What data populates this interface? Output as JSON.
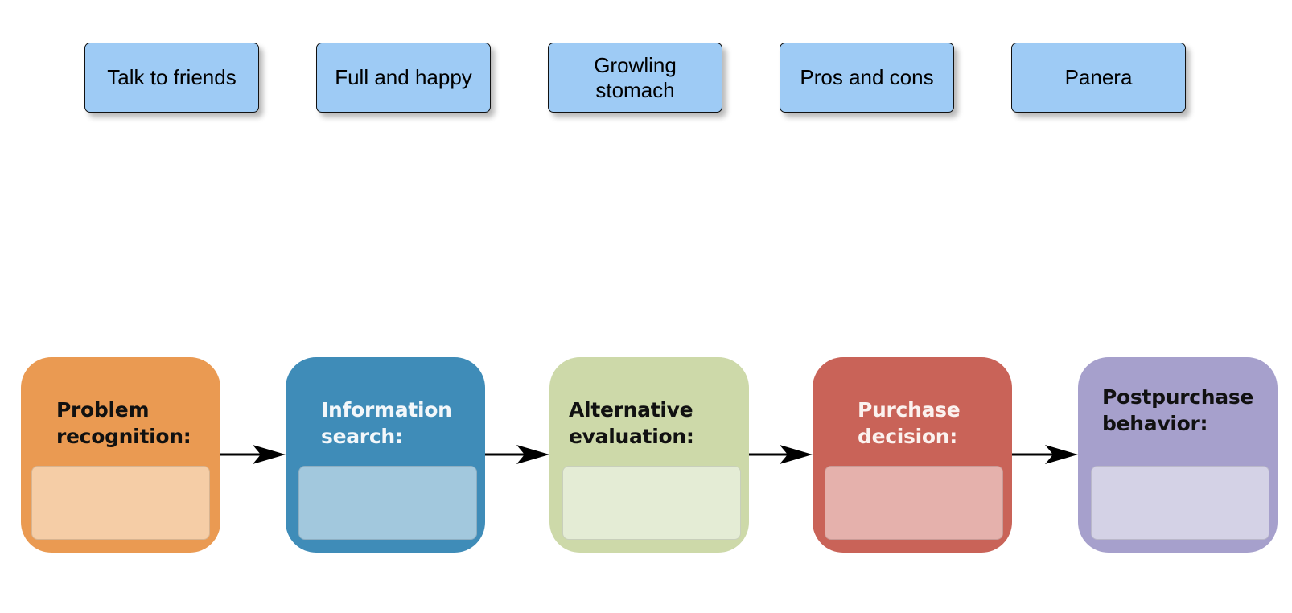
{
  "cards": [
    {
      "label": "Talk to friends"
    },
    {
      "label": "Full and happy"
    },
    {
      "label": "Growling\nstomach"
    },
    {
      "label": "Pros and cons"
    },
    {
      "label": "Panera"
    }
  ],
  "stages": [
    {
      "label": "Problem\nrecognition:",
      "color": "#ea9a52",
      "box_color": "#f5cda6",
      "text_color": "#111111"
    },
    {
      "label": "Information\nsearch:",
      "color": "#3f8cb8",
      "box_color": "#a2c8dd",
      "text_color": "#f3f7fa"
    },
    {
      "label": "Alternative\nevaluation:",
      "color": "#cdd9a9",
      "box_color": "#e4ecd5",
      "text_color": "#111111"
    },
    {
      "label": "Purchase\ndecision:",
      "color": "#c96358",
      "box_color": "#e5b1ac",
      "text_color": "#fbf2ef"
    },
    {
      "label": "Postpurchase\nbehavior:",
      "color": "#a6a0cc",
      "box_color": "#d4d2e6",
      "text_color": "#111111"
    }
  ],
  "colors": {
    "card_fill": "#9ecbf5",
    "card_border": "#111111",
    "arrow": "#000000"
  }
}
